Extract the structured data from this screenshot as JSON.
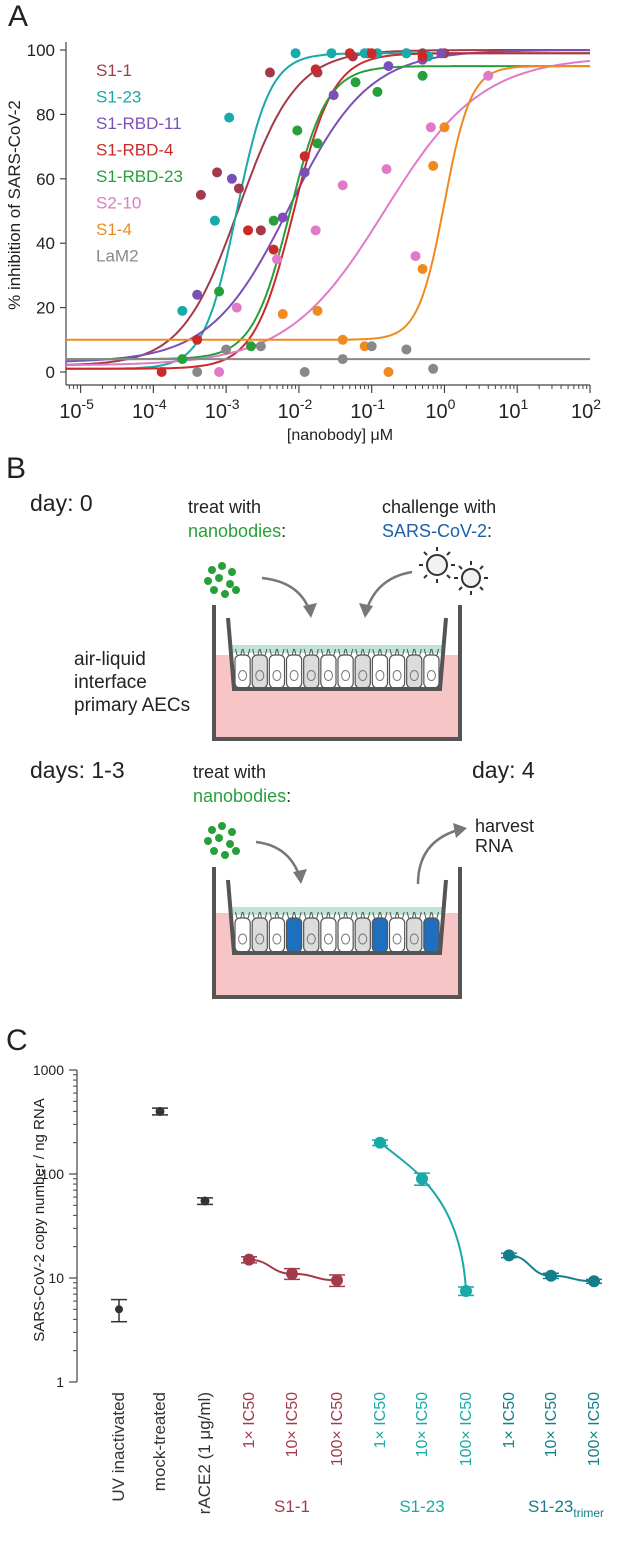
{
  "colors": {
    "S1-1": "#a33a4a",
    "S1-23": "#17aaa8",
    "S1-RBD-11": "#7b4fb8",
    "S1-RBD-4": "#cc2a2a",
    "S1-RBD-23": "#27a03a",
    "S2-10": "#e07ac8",
    "S1-4": "#ee8a20",
    "LaM2": "#888888",
    "trimer": "#127f8a",
    "black": "#333333",
    "tissue_pink": "#f7c5c5",
    "mucus_green": "#bfe4d6",
    "infected_blue": "#1f6fbf",
    "nanobody_green": "#27a03a",
    "virus_blue": "#1e5fa8"
  },
  "panel_a": {
    "letter": "A",
    "ylabel": "% inhibition of SARS-CoV-2",
    "xlabel": "[nanobody] μM",
    "y_tick_labels": [
      "0",
      "20",
      "40",
      "60",
      "80",
      "100"
    ],
    "x_tick_bases": [
      "10",
      "10",
      "10",
      "10",
      "10",
      "10",
      "10",
      "10"
    ],
    "x_tick_exps": [
      "-5",
      "-4",
      "-3",
      "-2",
      "-1",
      "0",
      "1",
      "2"
    ],
    "legend": [
      "S1-1",
      "S1-23",
      "S1-RBD-11",
      "S1-RBD-4",
      "S1-RBD-23",
      "S2-10",
      "S1-4",
      "LaM2"
    ]
  },
  "panel_b": {
    "letter": "B",
    "day0": "day: 0",
    "treat1_line1": "treat with",
    "treat1_line2": "nanobodies",
    "colon": ":",
    "challenge_line1": "challenge with",
    "challenge_line2": "SARS-CoV-2",
    "ali_line1": "air-liquid",
    "ali_line2": "interface",
    "ali_line3": "primary AECs",
    "days13": "days: 1-3",
    "treat2_line1": "treat with",
    "treat2_line2": "nanobodies",
    "day4": "day: 4",
    "harvest_line1": "harvest",
    "harvest_line2": "RNA"
  },
  "panel_c": {
    "letter": "C",
    "ylabel": "SARS-CoV-2 copy number / ng RNA",
    "y_tick_labels": [
      "1",
      "10",
      "100",
      "1000"
    ],
    "x_labels": [
      "UV inactivated",
      "mock-treated",
      "rACE2 (1 μg/ml)",
      "1× IC50",
      "10× IC50",
      "100× IC50",
      "1× IC50",
      "10× IC50",
      "100× IC50",
      "1× IC50",
      "10× IC50",
      "100× IC50"
    ],
    "group_s1_1": "S1-1",
    "group_s1_23": "S1-23",
    "group_trimer": "S1-23",
    "group_trimer_sub": "trimer"
  },
  "chart_data": [
    {
      "type": "scatter",
      "title": "",
      "xlabel": "[nanobody] μM",
      "ylabel": "% inhibition of SARS-CoV-2",
      "x_scale": "log",
      "xlim": [
        6.3e-06,
        100
      ],
      "ylim": [
        0,
        100
      ],
      "grid": false,
      "legend_position": "top-left",
      "series": [
        {
          "name": "S1-1",
          "ec50": 0.0015,
          "hill": 1.1,
          "bottom": 2,
          "top": 100,
          "points": [
            [
              0.00045,
              55
            ],
            [
              0.00075,
              62
            ],
            [
              0.0015,
              57
            ],
            [
              0.003,
              44
            ],
            [
              0.004,
              93
            ],
            [
              0.018,
              93
            ],
            [
              0.055,
              98
            ],
            [
              0.09,
              99
            ],
            [
              0.3,
              99
            ],
            [
              0.5,
              99
            ],
            [
              1.0,
              99
            ]
          ]
        },
        {
          "name": "S1-23",
          "ec50": 0.0014,
          "hill": 1.9,
          "bottom": 1,
          "top": 99,
          "points": [
            [
              0.00025,
              19
            ],
            [
              0.0007,
              47
            ],
            [
              0.0011,
              79
            ],
            [
              0.009,
              99
            ],
            [
              0.028,
              99
            ],
            [
              0.08,
              99
            ],
            [
              0.12,
              99
            ],
            [
              0.3,
              99
            ],
            [
              0.6,
              98
            ]
          ]
        },
        {
          "name": "S1-RBD-11",
          "ec50": 0.0075,
          "hill": 0.8,
          "bottom": 3,
          "top": 100,
          "points": [
            [
              0.0004,
              24
            ],
            [
              0.0012,
              60
            ],
            [
              0.006,
              48
            ],
            [
              0.012,
              62
            ],
            [
              0.03,
              86
            ],
            [
              0.17,
              95
            ],
            [
              0.5,
              97
            ],
            [
              0.9,
              99
            ]
          ]
        },
        {
          "name": "S1-RBD-4",
          "ec50": 0.0085,
          "hill": 1.6,
          "bottom": 1,
          "top": 99,
          "points": [
            [
              0.00013,
              0
            ],
            [
              0.0004,
              10
            ],
            [
              0.002,
              44
            ],
            [
              0.0045,
              38
            ],
            [
              0.012,
              67
            ],
            [
              0.017,
              94
            ],
            [
              0.05,
              99
            ],
            [
              0.1,
              99
            ],
            [
              0.5,
              98
            ]
          ]
        },
        {
          "name": "S1-RBD-23",
          "ec50": 0.0075,
          "hill": 1.7,
          "bottom": 4,
          "top": 95,
          "points": [
            [
              0.00025,
              4
            ],
            [
              0.0008,
              25
            ],
            [
              0.0022,
              8
            ],
            [
              0.0045,
              47
            ],
            [
              0.0095,
              75
            ],
            [
              0.018,
              71
            ],
            [
              0.06,
              90
            ],
            [
              0.12,
              87
            ],
            [
              0.5,
              92
            ]
          ]
        },
        {
          "name": "S2-10",
          "ec50": 0.15,
          "hill": 0.65,
          "bottom": 2,
          "top": 98,
          "points": [
            [
              0.0008,
              0
            ],
            [
              0.005,
              35
            ],
            [
              0.0014,
              20
            ],
            [
              0.017,
              44
            ],
            [
              0.04,
              58
            ],
            [
              0.16,
              63
            ],
            [
              0.4,
              36
            ],
            [
              0.65,
              76
            ],
            [
              4,
              92
            ]
          ]
        },
        {
          "name": "S1-4",
          "ec50": 1.0,
          "hill": 2.4,
          "bottom": 10,
          "top": 95,
          "points": [
            [
              0.006,
              18
            ],
            [
              0.018,
              19
            ],
            [
              0.04,
              10
            ],
            [
              0.08,
              8
            ],
            [
              0.17,
              0
            ],
            [
              0.5,
              32
            ],
            [
              0.7,
              64
            ],
            [
              1.0,
              76
            ]
          ]
        },
        {
          "name": "LaM2",
          "ec50": null,
          "hill": null,
          "bottom": 4,
          "top": 4,
          "points": [
            [
              0.0004,
              0
            ],
            [
              0.001,
              7
            ],
            [
              0.003,
              8
            ],
            [
              0.012,
              0
            ],
            [
              0.04,
              4
            ],
            [
              0.1,
              8
            ],
            [
              0.3,
              7
            ],
            [
              0.7,
              1
            ]
          ]
        }
      ]
    },
    {
      "type": "scatter",
      "title": "",
      "xlabel": "",
      "ylabel": "SARS-CoV-2 copy number / ng RNA",
      "y_scale": "log",
      "ylim": [
        1,
        1000
      ],
      "grid": false,
      "categories": [
        "UV inactivated",
        "mock-treated",
        "rACE2 (1 μg/ml)",
        "1× IC50",
        "10× IC50",
        "100× IC50",
        "1× IC50",
        "10× IC50",
        "100× IC50",
        "1× IC50",
        "10× IC50",
        "100× IC50"
      ],
      "series": [
        {
          "name": "",
          "values": [
            5,
            400,
            55
          ],
          "errors": [
            1.2,
            30,
            4
          ]
        },
        {
          "name": "S1-1",
          "values": [
            15,
            11,
            9.5
          ],
          "errors": [
            1,
            1.3,
            1.2
          ]
        },
        {
          "name": "S1-23",
          "values": [
            200,
            90,
            7.5
          ],
          "errors": [
            12,
            12,
            0.7
          ]
        },
        {
          "name": "S1-23 trimer",
          "values": [
            16.5,
            10.5,
            9.3
          ],
          "errors": [
            0.8,
            0.6,
            0.4
          ]
        }
      ]
    }
  ]
}
